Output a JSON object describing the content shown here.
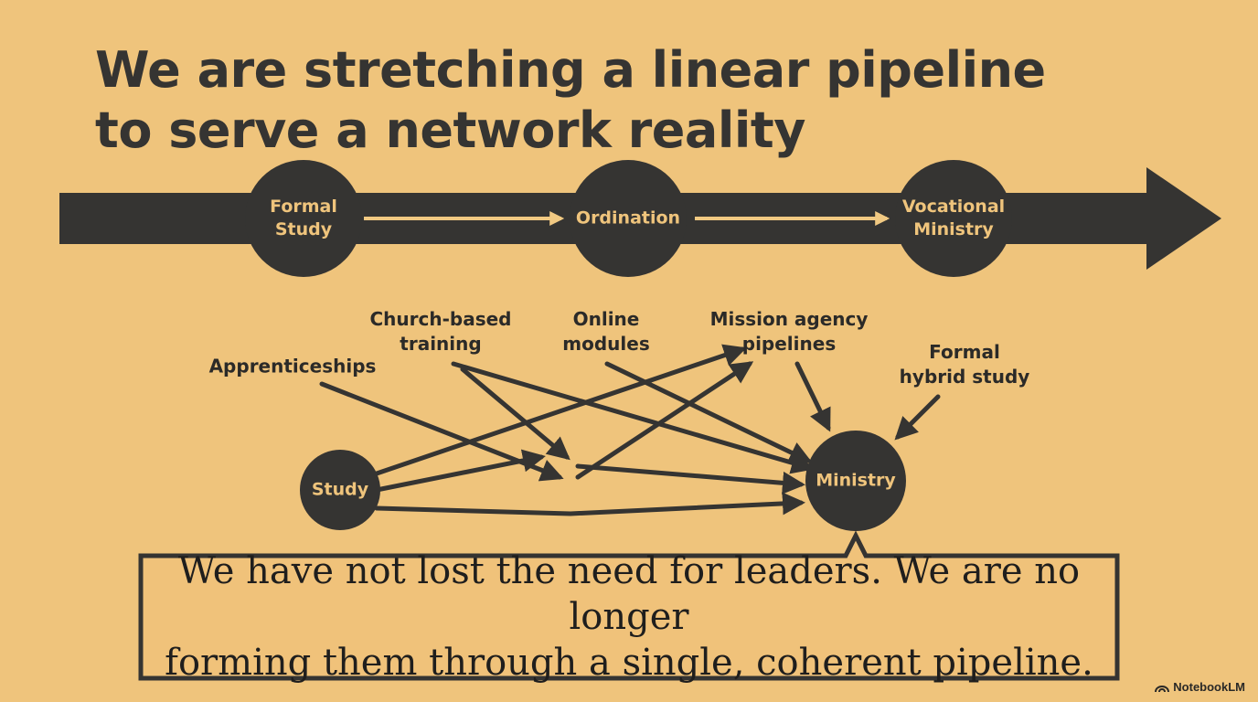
{
  "title": {
    "line1": "We are stretching a linear pipeline",
    "line2": "to serve a network reality"
  },
  "pipeline": {
    "stage1_line1": "Formal",
    "stage1_line2": "Study",
    "stage2": "Ordination",
    "stage3_line1": "Vocational",
    "stage3_line2": "Ministry"
  },
  "network": {
    "start_node": "Study",
    "end_node": "Ministry",
    "routes": {
      "apprenticeships": "Apprenticeships",
      "church_line1": "Church-based",
      "church_line2": "training",
      "online_line1": "Online",
      "online_line2": "modules",
      "mission_line1": "Mission agency",
      "mission_line2": "pipelines",
      "hybrid_line1": "Formal",
      "hybrid_line2": "hybrid study"
    }
  },
  "callout": {
    "line1": "We have not lost the need for leaders. We are no longer",
    "line2": "forming them through a single, coherent pipeline."
  },
  "brand": "NotebookLM",
  "colors": {
    "background": "#efc47c",
    "dark": "#353432"
  }
}
